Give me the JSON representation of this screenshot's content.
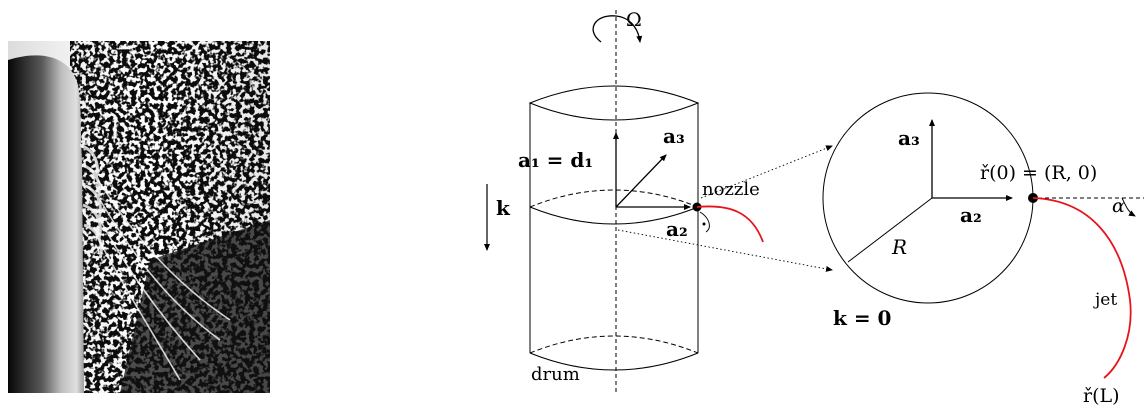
{
  "photo": {
    "description_icon": "fiber-spinning-photo"
  },
  "drum_diagram": {
    "omega_label": "Ω",
    "k_label": "k",
    "a1_d1_label": "a₁ = d₁",
    "a3_label": "a₃",
    "a2_label": "a₂",
    "nozzle_label": "nozzle",
    "drum_label": "drum",
    "odot_symbol": "⊙"
  },
  "cross_section": {
    "a3_label": "a₃",
    "a2_label": "a₂",
    "R_label": "R",
    "r0_label": "ř(0) = (R, 0)",
    "alpha_label": "α",
    "k0_label": "k = 0",
    "jet_label": "jet",
    "rL_label": "ř(L)"
  },
  "colors": {
    "jet": "#e8141c",
    "ink": "#000000"
  }
}
